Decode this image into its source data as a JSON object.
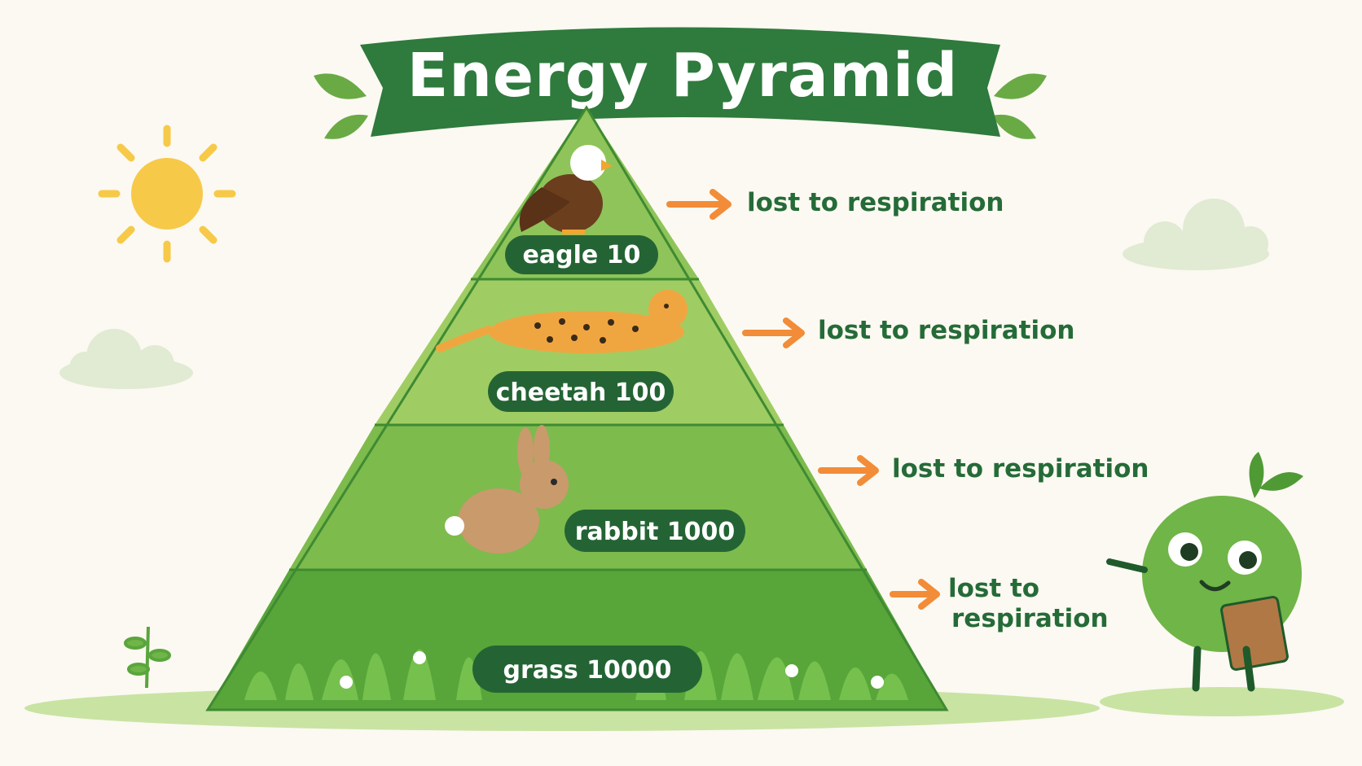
{
  "title": "Energy Pyramid",
  "levels": [
    {
      "organism": "eagle",
      "energy": "10",
      "label": "eagle  10"
    },
    {
      "organism": "cheetah",
      "energy": "100",
      "label": "cheetah 100"
    },
    {
      "organism": "rabbit",
      "energy": "1000",
      "label": "rabbit  1000"
    },
    {
      "organism": "grass",
      "energy": "10000",
      "label": "grass  10000"
    }
  ],
  "losses": [
    {
      "line1": "lost to respiration"
    },
    {
      "line1": "lost to respiration"
    },
    {
      "line1": "lost to respiration"
    },
    {
      "line1": "lost to",
      "line2": "respiration"
    }
  ],
  "colors": {
    "banner": "#2f7a3d",
    "tier1": "#8fc45a",
    "tier2": "#9fcd63",
    "tier3": "#7dbb4d",
    "tier4": "#58a63a",
    "pill": "#246434",
    "arrow": "#f28c38",
    "loss_text": "#256b38",
    "sun": "#f7c948",
    "cloud": "#e1ead2"
  }
}
